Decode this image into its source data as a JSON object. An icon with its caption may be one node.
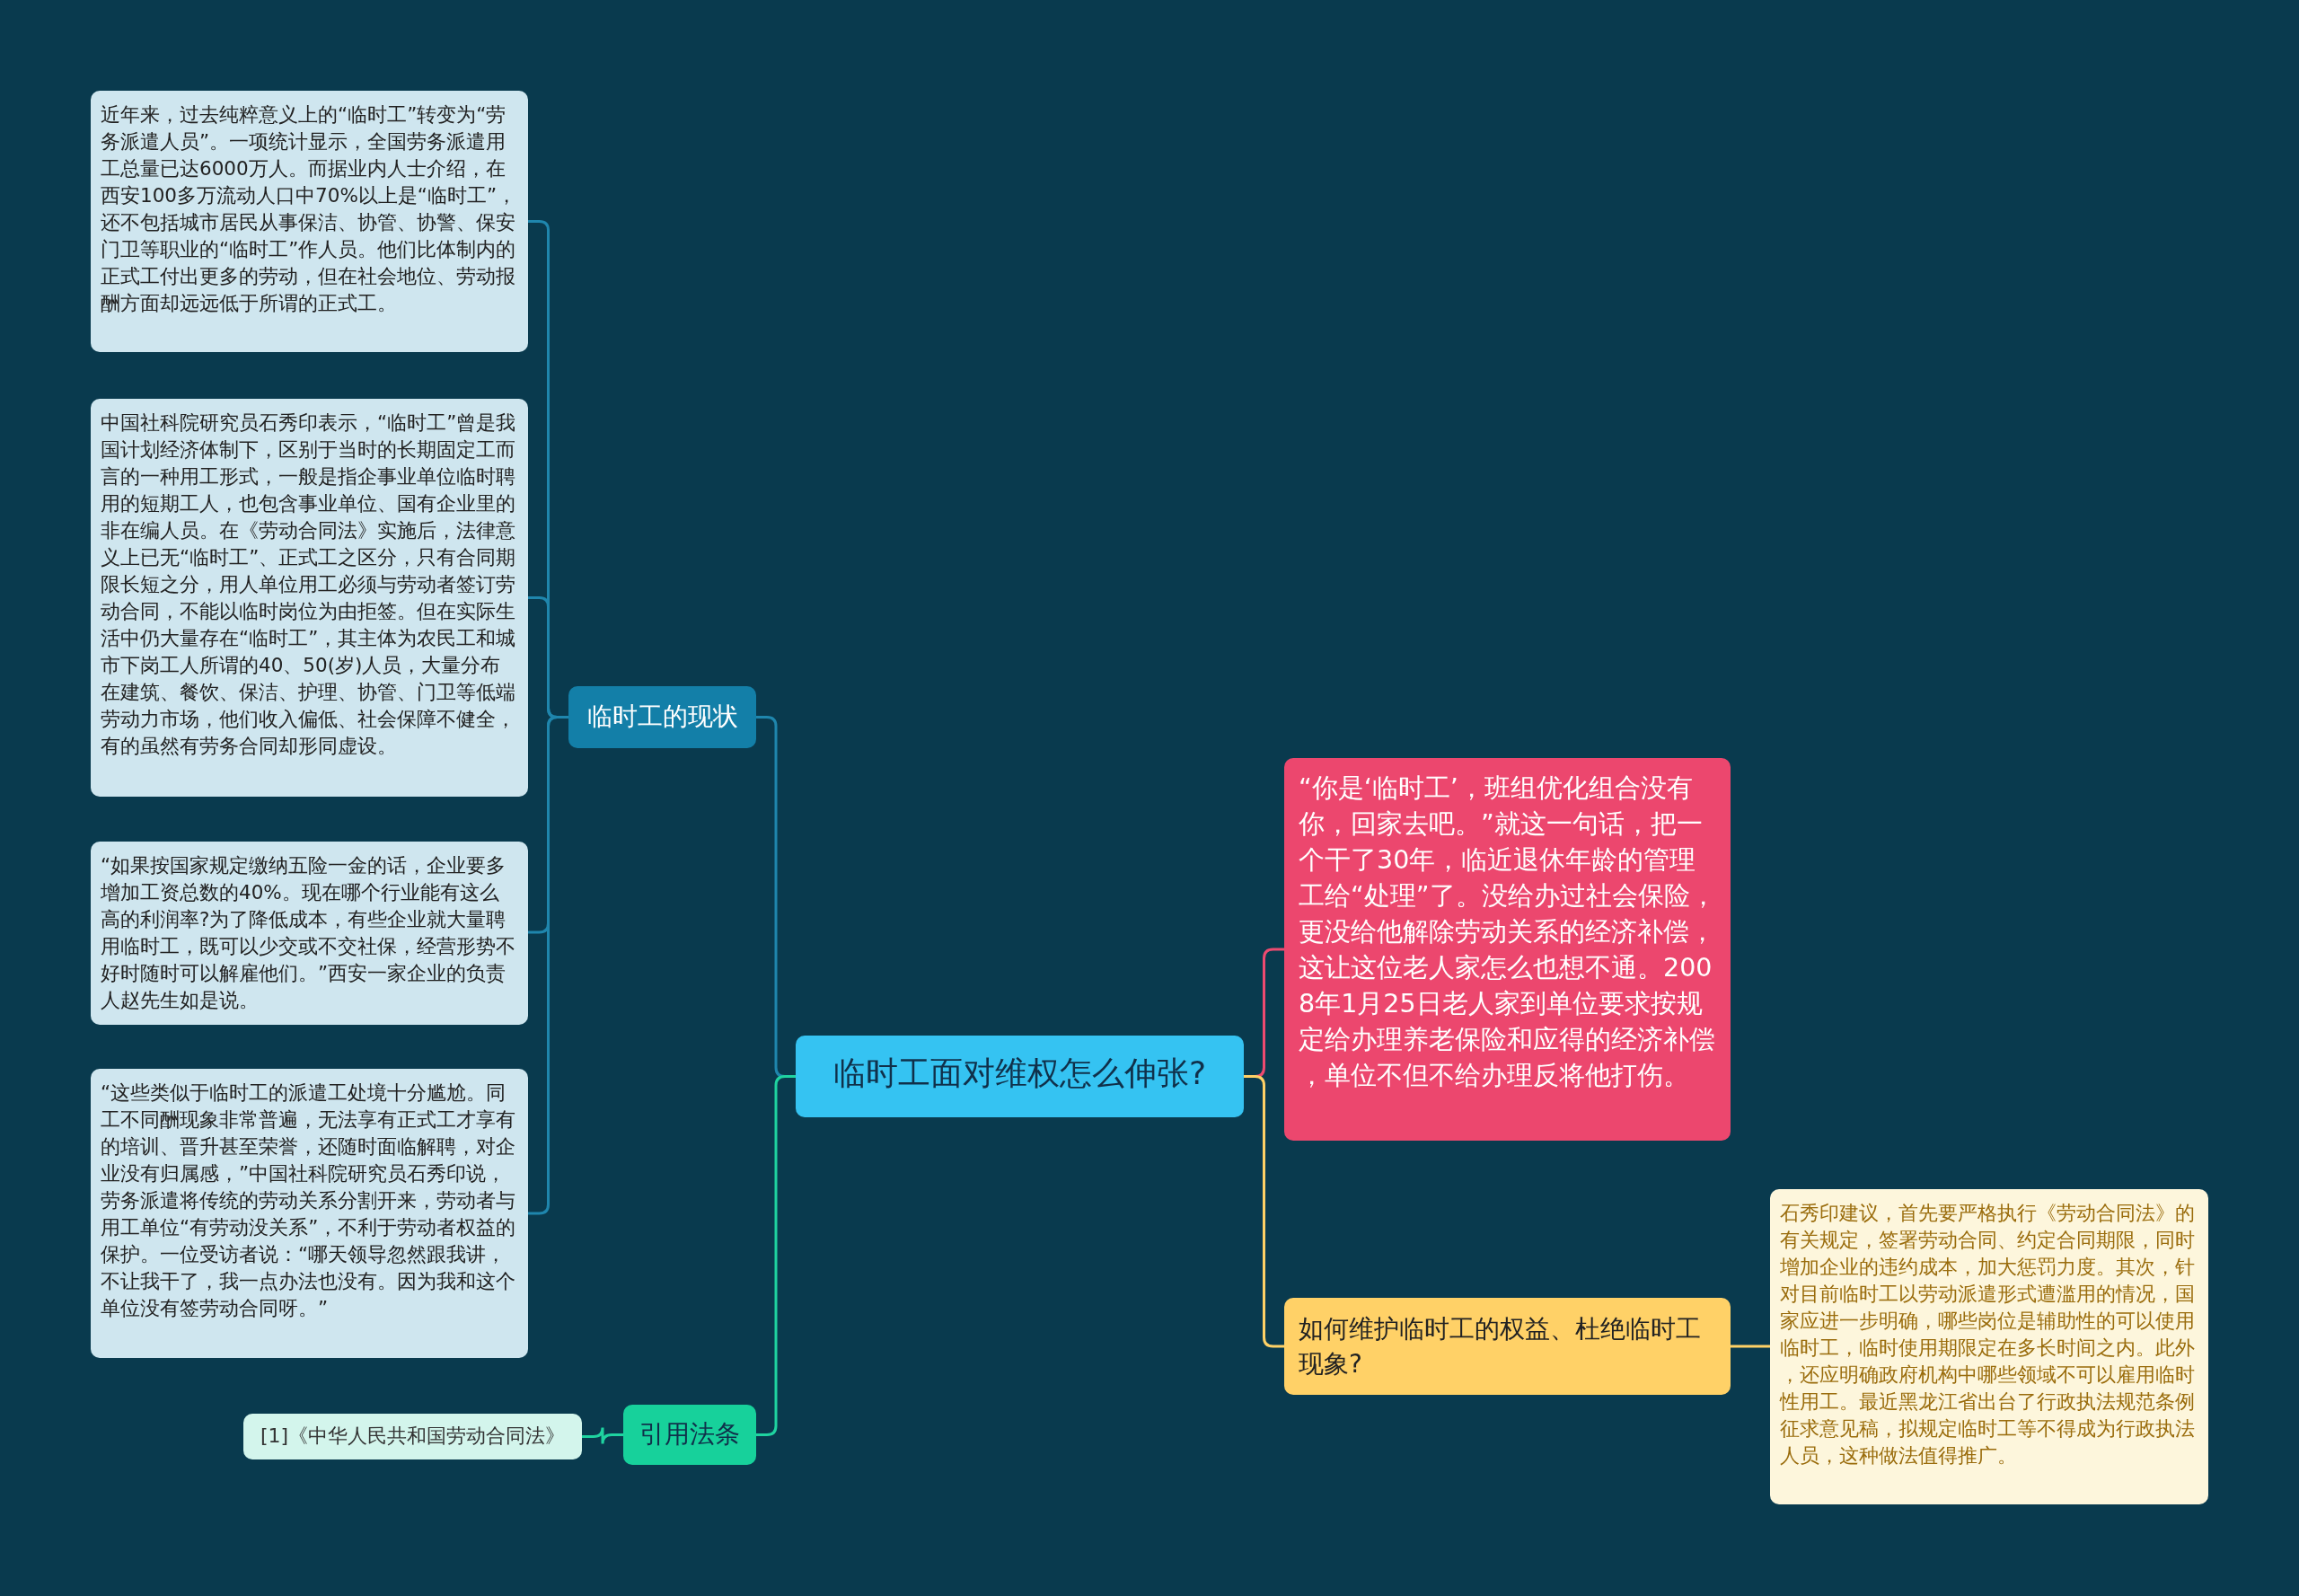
{
  "diagram": {
    "nodes": [
      {
        "text": [
          "临时工面对维权怎么伸张?"
        ]
      },
      {
        "text": [
          "临时工的现状"
        ]
      },
      {
        "text": [
          "近年来，过去纯粹意义上的“临时工”转变为“劳务派遣人员”。一项统计显示，全国劳务派遣用工总量已达6000万人。而据业内人士介绍，在西安100多万流动人口中70%以上是“临时工”，还不包括城市居民从事保洁、协管、协警、保安门卫等职业的“临时工”作人员。他们比体制内的正式工付出更多的劳动，但在社会地位、劳动报酬方面却远远低于所谓的正式工。"
        ]
      },
      {
        "text": [
          "中国社科院研究员石秀印表示，“临时工”曾是我国计划经济体制下，区别于当时的长期固定工而言的一种用工形式，一般是指企事业单位临时聘用的短期工人，也包含事业单位、国有企业里的非在编人员。在《劳动合同法》实施后，法律意义上已无“临时工”、正式工之区分，只有合同期限长短之分，用人单位用工必须与劳动者签订劳动合同，不能以临时岗位为由拒签。但在实际生活中仍大量存在“临时工”，其主体为农民工和城市下岗工人所谓的40、50(岁)人员，大量分布在建筑、餐饮、保洁、护理、协管、门卫等低端劳动力市场，他们收入偏低、社会保障不健全，有的虽然有劳务合同却形同虚设。"
        ]
      },
      {
        "text": [
          "“如果按国家规定缴纳五险一金的话，企业要多增加工资总数的40%。现在哪个行业能有这么高的利润率?为了降低成本，有些企业就大量聘用临时工，既可以少交或不交社保，经营形势不好时随时可以解雇他们。”西安一家企业的负责人赵先生如是说。"
        ]
      },
      {
        "text": [
          "“这些类似于临时工的派遣工处境十分尴尬。同工不同酬现象非常普遍，无法享有正式工才享有的培训、晋升甚至荣誉，还随时面临解聘，对企业没有归属感，”中国社科院研究员石秀印说，劳务派遣将传统的劳动关系分割开来，劳动者与用工单位“有劳动没关系”，不利于劳动者权益的保护。一位受访者说：“哪天领导忽然跟我讲，不让我干了，我一点办法也没有。因为我和这个单位没有签劳动合同呀。”"
        ]
      },
      {
        "text": [
          "引用法条"
        ]
      },
      {
        "text": [
          "[1]《中华人民共和国劳动合同法》"
        ]
      },
      {
        "text": [
          "“你是‘临时工’，班组优化组合没有你，回家去吧。”就这一句话，把一个干了30年，临近退休年龄的管理工给“处理”了。没给办过社会保险，更没给他解除劳动关系的经济补偿，这让这位老人家怎么也想不通。2008年1月25日老人家到单位要求按规定给办理养老保险和应得的经济补偿，单位不但不给办理反将他打伤。"
        ]
      },
      {
        "text": [
          "如何维护临时工的权益、杜绝临时工现象?"
        ]
      },
      {
        "text": [
          "石秀印建议，首先要严格执行《劳动合同法》的有关规定，签署劳动合同、约定合同期限，同时增加企业的违约成本，加大惩罚力度。其次，针对目前临时工以劳动派遣形式遭滥用的情况，国家应进一步明确，哪些岗位是辅助性的可以使用临时工，临时使用期限定在多长时间之内。此外，还应明确政府机构中哪些领域不可以雇用临时性用工。最近黑龙江省出台了行政执法规范条例征求意见稿，拟规定临时工等不得成为行政执法人员，这种做法值得推广。"
        ]
      }
    ],
    "edges": [
      {
        "from": 0,
        "to": 1,
        "arrow": "none",
        "color": "#1f86ad"
      },
      {
        "from": 1,
        "to": 2,
        "arrow": "none",
        "color": "#1f86ad"
      },
      {
        "from": 1,
        "to": 3,
        "arrow": "none",
        "color": "#1f86ad"
      },
      {
        "from": 1,
        "to": 4,
        "arrow": "none",
        "color": "#1f86ad"
      },
      {
        "from": 1,
        "to": 5,
        "arrow": "none",
        "color": "#1f86ad"
      },
      {
        "from": 0,
        "to": 6,
        "arrow": "none",
        "color": "#1fd3a0"
      },
      {
        "from": 6,
        "to": 7,
        "arrow": "none",
        "color": "#1fd3a0"
      },
      {
        "from": 0,
        "to": 8,
        "arrow": "none",
        "color": "#ee4a70"
      },
      {
        "from": 0,
        "to": 9,
        "arrow": "none",
        "color": "#ffd166"
      },
      {
        "from": 9,
        "to": 10,
        "arrow": "none",
        "color": "#ffd166"
      }
    ]
  }
}
